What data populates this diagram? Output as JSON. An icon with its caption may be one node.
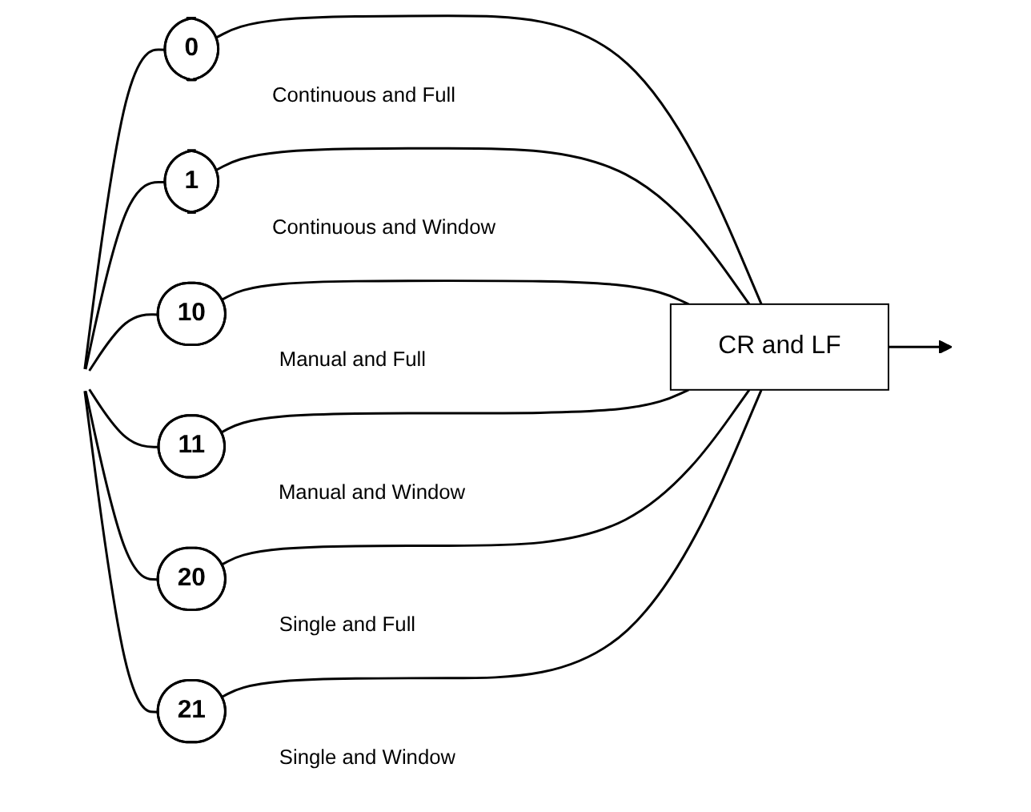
{
  "diagram": {
    "nodes": [
      {
        "text": [
          "0"
        ],
        "beside": [
          "Continuous and Full"
        ]
      },
      {
        "text": [
          "1"
        ],
        "beside": [
          "Continuous and Window"
        ]
      },
      {
        "text": [
          "10"
        ],
        "beside": [
          "Manual and Full"
        ]
      },
      {
        "text": [
          "11"
        ],
        "beside": [
          "Manual and Window"
        ]
      },
      {
        "text": [
          "20"
        ],
        "beside": [
          "Single and Full"
        ]
      },
      {
        "text": [
          "21"
        ],
        "beside": [
          "Single and Window"
        ]
      },
      {
        "text": [
          "CR and LF"
        ]
      }
    ],
    "edges": [
      {
        "from": null,
        "to": 0,
        "arrow": "none"
      },
      {
        "from": null,
        "to": 1,
        "arrow": "none"
      },
      {
        "from": null,
        "to": 2,
        "arrow": "none"
      },
      {
        "from": null,
        "to": 3,
        "arrow": "none"
      },
      {
        "from": null,
        "to": 4,
        "arrow": "none"
      },
      {
        "from": null,
        "to": 5,
        "arrow": "none"
      },
      {
        "from": 0,
        "to": 6,
        "arrow": "none"
      },
      {
        "from": 1,
        "to": 6,
        "arrow": "none"
      },
      {
        "from": 2,
        "to": 6,
        "arrow": "none"
      },
      {
        "from": 3,
        "to": 6,
        "arrow": "none"
      },
      {
        "from": 4,
        "to": 6,
        "arrow": "none"
      },
      {
        "from": 5,
        "to": 6,
        "arrow": "none"
      },
      {
        "from": 6,
        "to": null,
        "arrow": "to"
      }
    ]
  }
}
